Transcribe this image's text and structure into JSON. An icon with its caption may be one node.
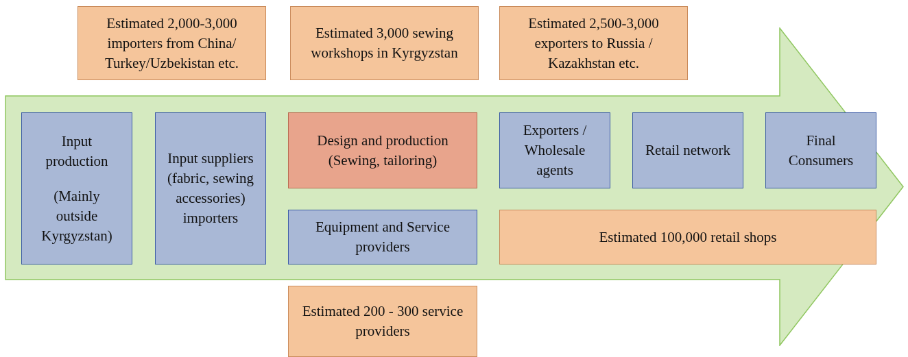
{
  "diagram": {
    "nodes": [
      {
        "text": [
          "Estimated 2,000-3,000 importers from China/ Turkey/Uzbekistan etc."
        ]
      },
      {
        "text": [
          "Estimated 3,000 sewing workshops in Kyrgyzstan"
        ]
      },
      {
        "text": [
          "Estimated 2,500-3,000 exporters to Russia / Kazakhstan etc."
        ]
      },
      {
        "text": [],
        "shape": "arrow"
      },
      {
        "text": [
          "Input production",
          "(Mainly outside Kyrgyzstan)"
        ],
        "in": 3
      },
      {
        "text": [
          "Input suppliers (fabric, sewing accessories) importers"
        ],
        "in": 3
      },
      {
        "text": [
          "Design and production (Sewing, tailoring)"
        ],
        "in": 3
      },
      {
        "text": [
          "Exporters / Wholesale agents"
        ],
        "in": 3
      },
      {
        "text": [
          "Retail network"
        ],
        "in": 3
      },
      {
        "text": [
          "Final Consumers"
        ],
        "in": 3
      },
      {
        "text": [
          "Equipment and Service providers"
        ],
        "in": 3
      },
      {
        "text": [
          "Estimated 100,000 retail shops"
        ],
        "in": 3
      },
      {
        "text": [
          "Estimated 200 - 300 service providers"
        ]
      }
    ]
  }
}
